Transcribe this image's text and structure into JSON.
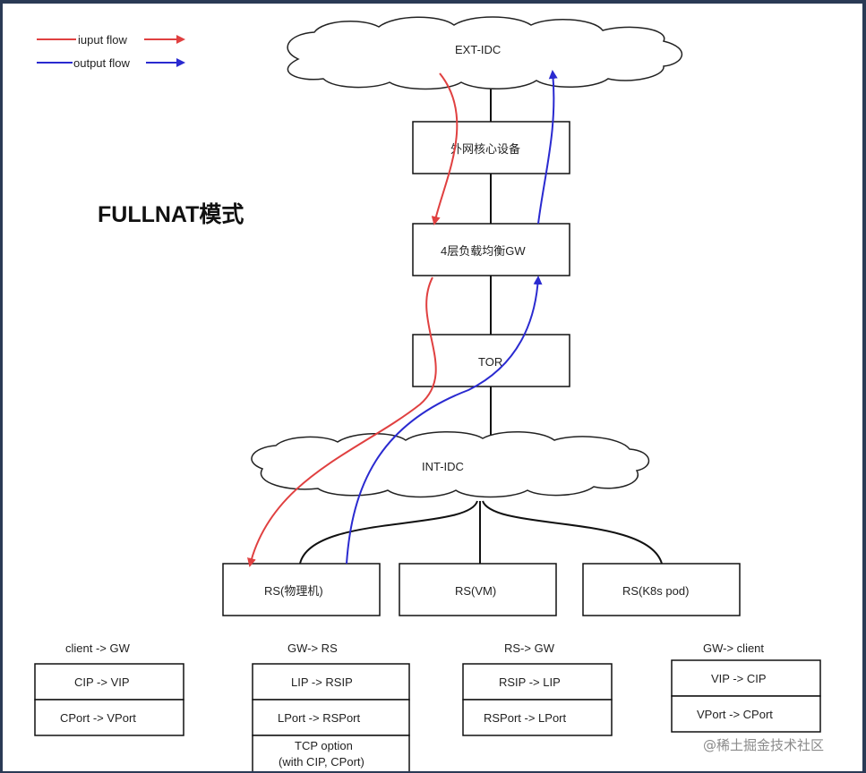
{
  "title": "FULLNAT模式",
  "legend": {
    "input_label": "iuput flow",
    "output_label": "output flow",
    "input_color": "#e04040",
    "output_color": "#2a2ad0"
  },
  "clouds": {
    "ext": "EXT-IDC",
    "int": "INT-IDC"
  },
  "nodes": {
    "core": "外网核心设备",
    "gw": "4层负载均衡GW",
    "tor": "TOR",
    "rs_physical": "RS(物理机)",
    "rs_vm": "RS(VM)",
    "rs_k8s": "RS(K8s pod)"
  },
  "tables": [
    {
      "header": "client -> GW",
      "rows": [
        "CIP -> VIP",
        "CPort -> VPort"
      ]
    },
    {
      "header": "GW-> RS",
      "rows": [
        "LIP -> RSIP",
        "LPort -> RSPort"
      ],
      "extra": [
        "TCP option",
        "(with CIP, CPort)"
      ]
    },
    {
      "header": "RS-> GW",
      "rows": [
        "RSIP -> LIP",
        "RSPort -> LPort"
      ]
    },
    {
      "header": "GW-> client",
      "rows": [
        "VIP -> CIP",
        "VPort -> CPort"
      ]
    }
  ],
  "watermark": "@稀土掘金技术社区"
}
